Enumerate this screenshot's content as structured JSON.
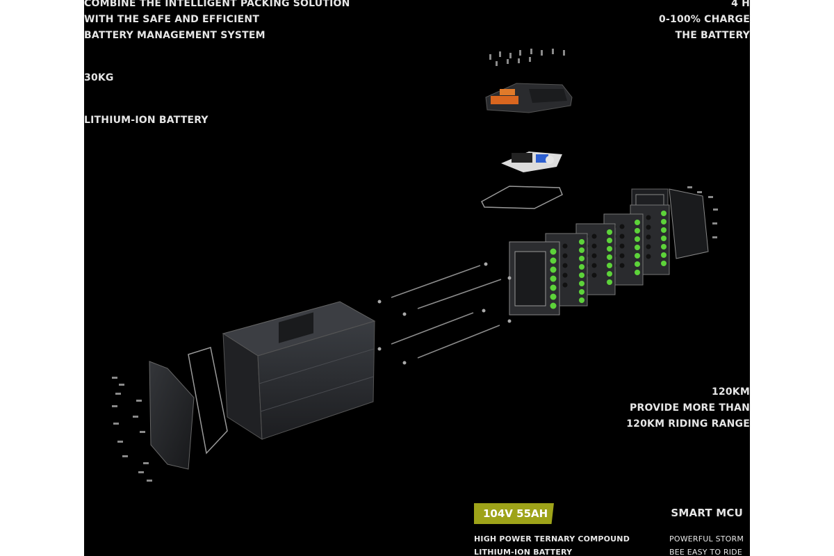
{
  "left_info": {
    "packing_lines": [
      "COMBINE THE INTELLIGENT PACKING SOLUTION",
      "WITH THE SAFE AND EFFICIENT",
      "BATTERY MANAGEMENT SYSTEM"
    ],
    "weight": "30KG",
    "battery_type": "LITHIUM-ION BATTERY"
  },
  "right_info": {
    "charge_time": "4 H",
    "charge_desc": [
      "0-100% CHARGE",
      "THE BATTERY"
    ],
    "range": "120KM",
    "range_desc": [
      "PROVIDE MORE THAN",
      "120KM RIDING RANGE"
    ]
  },
  "bottom": {
    "badge": "104V 55AH",
    "spec_lines": [
      "HIGH POWER TERNARY COMPOUND",
      "LITHIUM-ION BATTERY"
    ],
    "mcu_title": "SMART MCU",
    "mcu_lines": [
      "POWERFUL STORM",
      "BEE EASY TO RIDE"
    ]
  },
  "colors": {
    "background": "#000000",
    "accent_badge": "#9ea319",
    "cell_green": "#5dd33a"
  }
}
